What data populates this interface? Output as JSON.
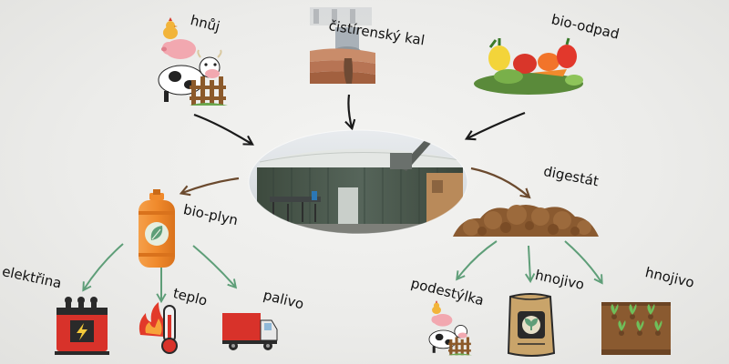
{
  "labels": {
    "manure": "hnůj",
    "sewage_sludge": "čistírenský kal",
    "bio_waste": "bio-odpad",
    "digestate": "digestát",
    "biogas": "bio-plyn",
    "electricity": "elektřina",
    "heat": "teplo",
    "fuel": "palivo",
    "bedding": "podestýlka",
    "fertilizer_1": "hnojivo",
    "fertilizer_2": "hnojivo"
  },
  "icons": {
    "manure": "farm-animals-icon",
    "sewage_sludge": "sewage-pipe-icon",
    "bio_waste": "vegetables-icon",
    "plant": "biogas-plant-photo",
    "digestate": "digestate-pile-icon",
    "biogas": "gas-cylinder-icon",
    "electricity": "transformer-icon",
    "heat": "thermometer-fire-icon",
    "fuel": "truck-icon",
    "bedding": "farm-animals-icon",
    "fertilizer_bag": "fertilizer-bag-icon",
    "fertilizer_bed": "seedling-bed-icon"
  },
  "colors": {
    "input_arrow": "#1a1a1a",
    "output_arrow": "#6b4a2e",
    "product_arrow": "#5e9e78",
    "gas_cylinder": "#f08a2c",
    "digestate": "#8a5a30",
    "plant_wall": "#4c5a4c"
  }
}
